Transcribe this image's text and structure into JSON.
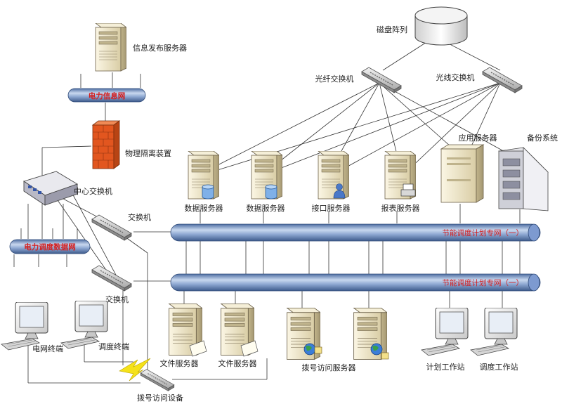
{
  "labels": {
    "info_server": "信息发布服务器",
    "power_info_net": "电力信息网",
    "isolation": "物理隔离装置",
    "core_switch": "中心交换机",
    "dispatch_net": "电力调度数据网",
    "switch1": "交换机",
    "switch2": "交换机",
    "disk_array": "磁盘阵列",
    "fiber_switch": "光纤交换机",
    "optic_switch": "光线交换机",
    "app_server": "应用服务器",
    "backup": "备份系统",
    "data_server1": "数据服务器",
    "data_server2": "数据服务器",
    "iface_server": "接口服务器",
    "report_server": "报表服务器",
    "bus1": "节能调度计划专网（一）",
    "bus2": "节能调度计划专网（一）",
    "grid_term": "电网终端",
    "dispatch_term": "调度终端",
    "file_server1": "文件服务器",
    "file_server2": "文件服务器",
    "dial_server": "拨号访问服务器",
    "plan_ws": "计划工作站",
    "dispatch_ws": "调度工作站",
    "dial_device": "拨号访问设备"
  },
  "colors": {
    "bus_blue": "#6b8fc4",
    "bus_text": "#d42020",
    "server_body": "#ede4c6",
    "firewall": "#e2561f",
    "line": "#333333"
  },
  "icons": {
    "server": "server-tower-icon",
    "disk": "disk-array-icon",
    "switch": "network-switch-icon",
    "firewall": "firewall-icon",
    "terminal": "desktop-terminal-icon",
    "lightning": "lightning-icon"
  }
}
